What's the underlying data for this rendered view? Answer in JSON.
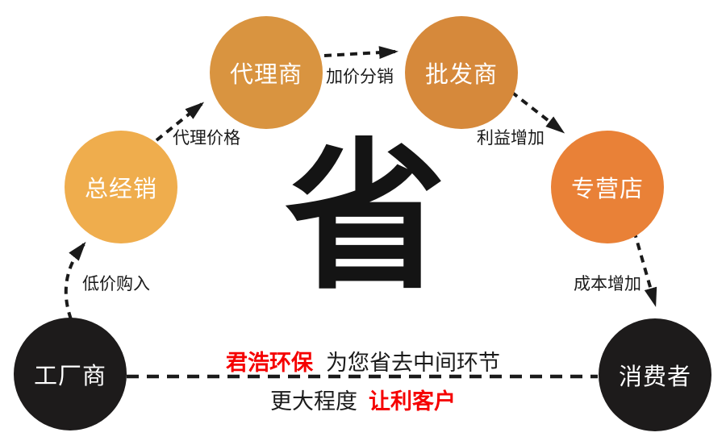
{
  "diagram": {
    "center_character": "省",
    "node_label_color": "#FFFFFF",
    "highlight_color": "#F50000",
    "line_color": "#1A1A1A",
    "nodes": [
      {
        "id": "factory",
        "label": "工厂商",
        "color": "#1D1B1B"
      },
      {
        "id": "distributor",
        "label": "总经销",
        "color": "#EFAD4D"
      },
      {
        "id": "agent",
        "label": "代理商",
        "color": "#D99440"
      },
      {
        "id": "wholesaler",
        "label": "批发商",
        "color": "#D6893B"
      },
      {
        "id": "store",
        "label": "专营店",
        "color": "#E98137"
      },
      {
        "id": "consumer",
        "label": "消费者",
        "color": "#1D1B1B"
      }
    ],
    "edges": [
      {
        "from": "factory",
        "to": "distributor",
        "label": "低价购入"
      },
      {
        "from": "distributor",
        "to": "agent",
        "label": "代理价格"
      },
      {
        "from": "agent",
        "to": "wholesaler",
        "label": "加价分销"
      },
      {
        "from": "wholesaler",
        "to": "store",
        "label": "利益增加"
      },
      {
        "from": "store",
        "to": "consumer",
        "label": "成本增加"
      },
      {
        "from": "factory",
        "to": "consumer",
        "label": ""
      }
    ],
    "slogan": {
      "line1_brand": "君浩环保",
      "line1_rest": "为您省去中间环节",
      "line2_start": "更大程度",
      "line2_highlight": "让利客户"
    }
  }
}
